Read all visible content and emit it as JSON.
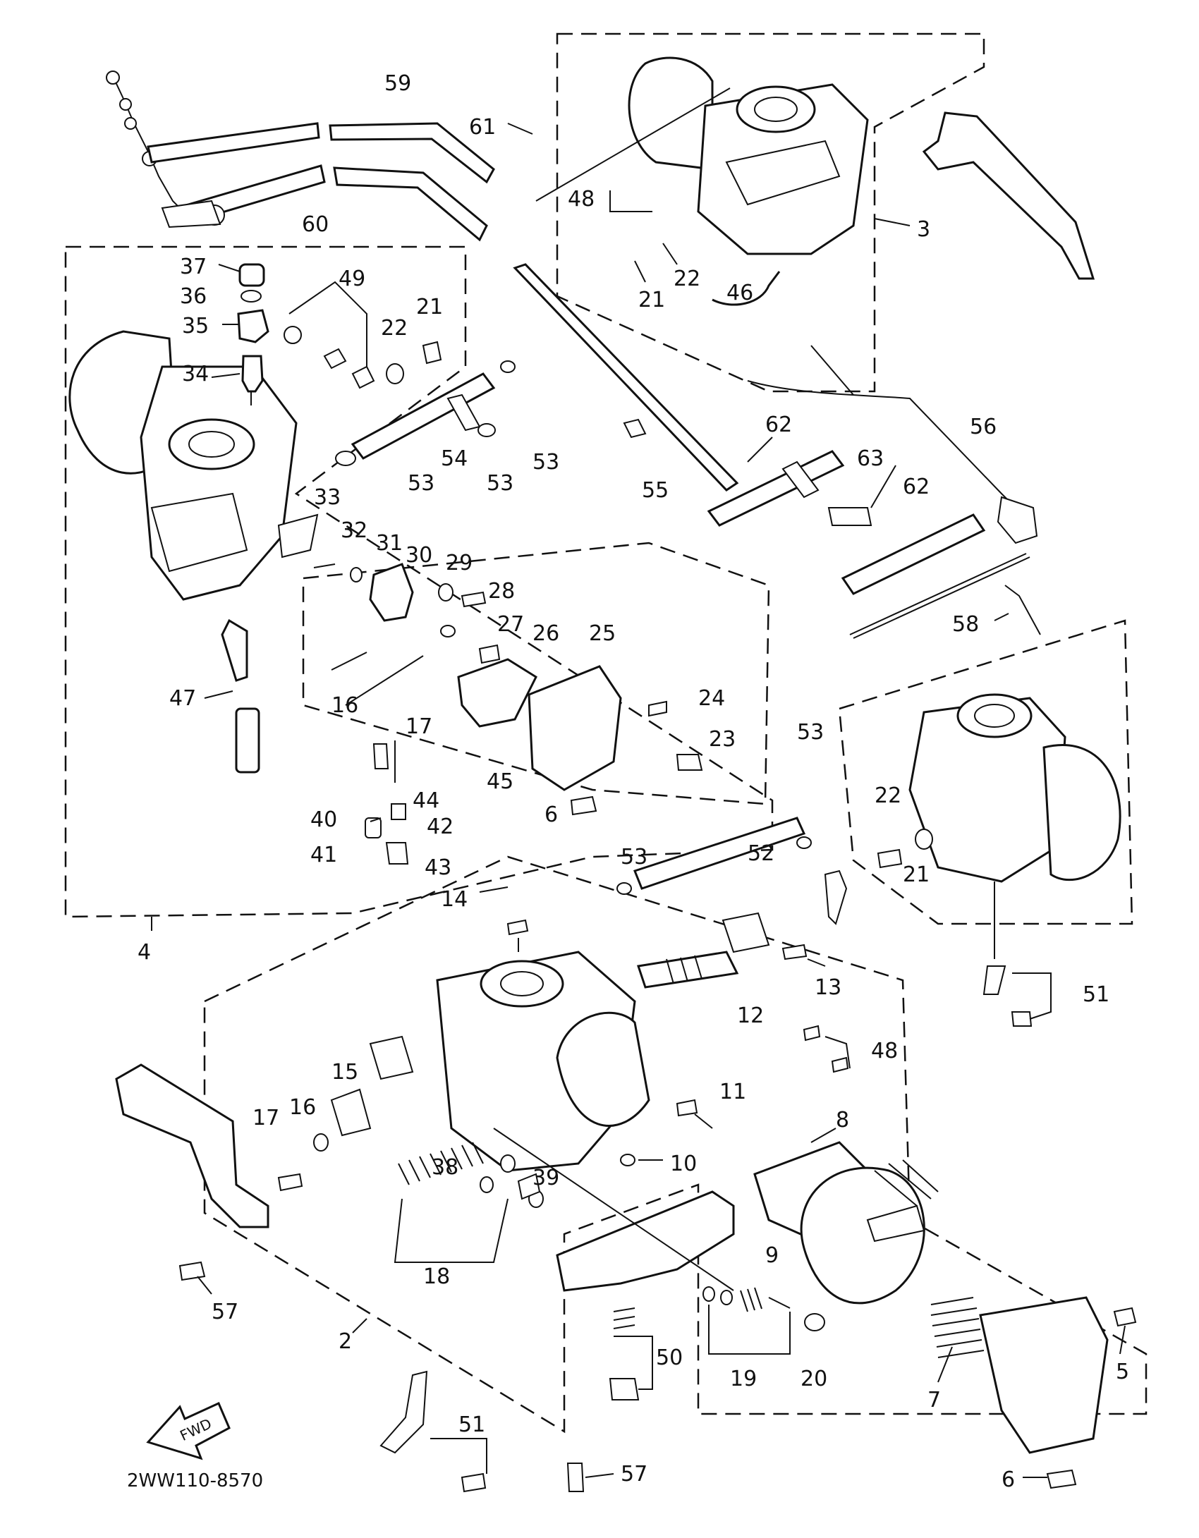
{
  "diagram": {
    "part_code": "2WW110-8570",
    "direction_marker": "FWD",
    "callouts": {
      "n2": "2",
      "n3": "3",
      "n4": "4",
      "n5": "5",
      "n6a": "6",
      "n6b": "6",
      "n7": "7",
      "n8": "8",
      "n9": "9",
      "n10": "10",
      "n11": "11",
      "n12": "12",
      "n13": "13",
      "n14": "14",
      "n15": "15",
      "n16a": "16",
      "n16b": "16",
      "n17a": "17",
      "n17b": "17",
      "n18": "18",
      "n19": "19",
      "n20": "20",
      "n21a": "21",
      "n21b": "21",
      "n21c": "21",
      "n22a": "22",
      "n22b": "22",
      "n22c": "22",
      "n23": "23",
      "n24": "24",
      "n25": "25",
      "n26": "26",
      "n27": "27",
      "n28": "28",
      "n29": "29",
      "n30": "30",
      "n31": "31",
      "n32": "32",
      "n33": "33",
      "n34": "34",
      "n35": "35",
      "n36": "36",
      "n37": "37",
      "n38": "38",
      "n39": "39",
      "n40": "40",
      "n41": "41",
      "n42": "42",
      "n43": "43",
      "n44": "44",
      "n45": "45",
      "n46": "46",
      "n47": "47",
      "n48a": "48",
      "n48b": "48",
      "n49": "49",
      "n50": "50",
      "n51a": "51",
      "n51b": "51",
      "n52": "52",
      "n53a": "53",
      "n53b": "53",
      "n53c": "53",
      "n53d": "53",
      "n53e": "53",
      "n54": "54",
      "n55": "55",
      "n56": "56",
      "n57a": "57",
      "n57b": "57",
      "n58": "58",
      "n59": "59",
      "n60": "60",
      "n61": "61",
      "n62a": "62",
      "n62b": "62",
      "n63": "63"
    }
  }
}
